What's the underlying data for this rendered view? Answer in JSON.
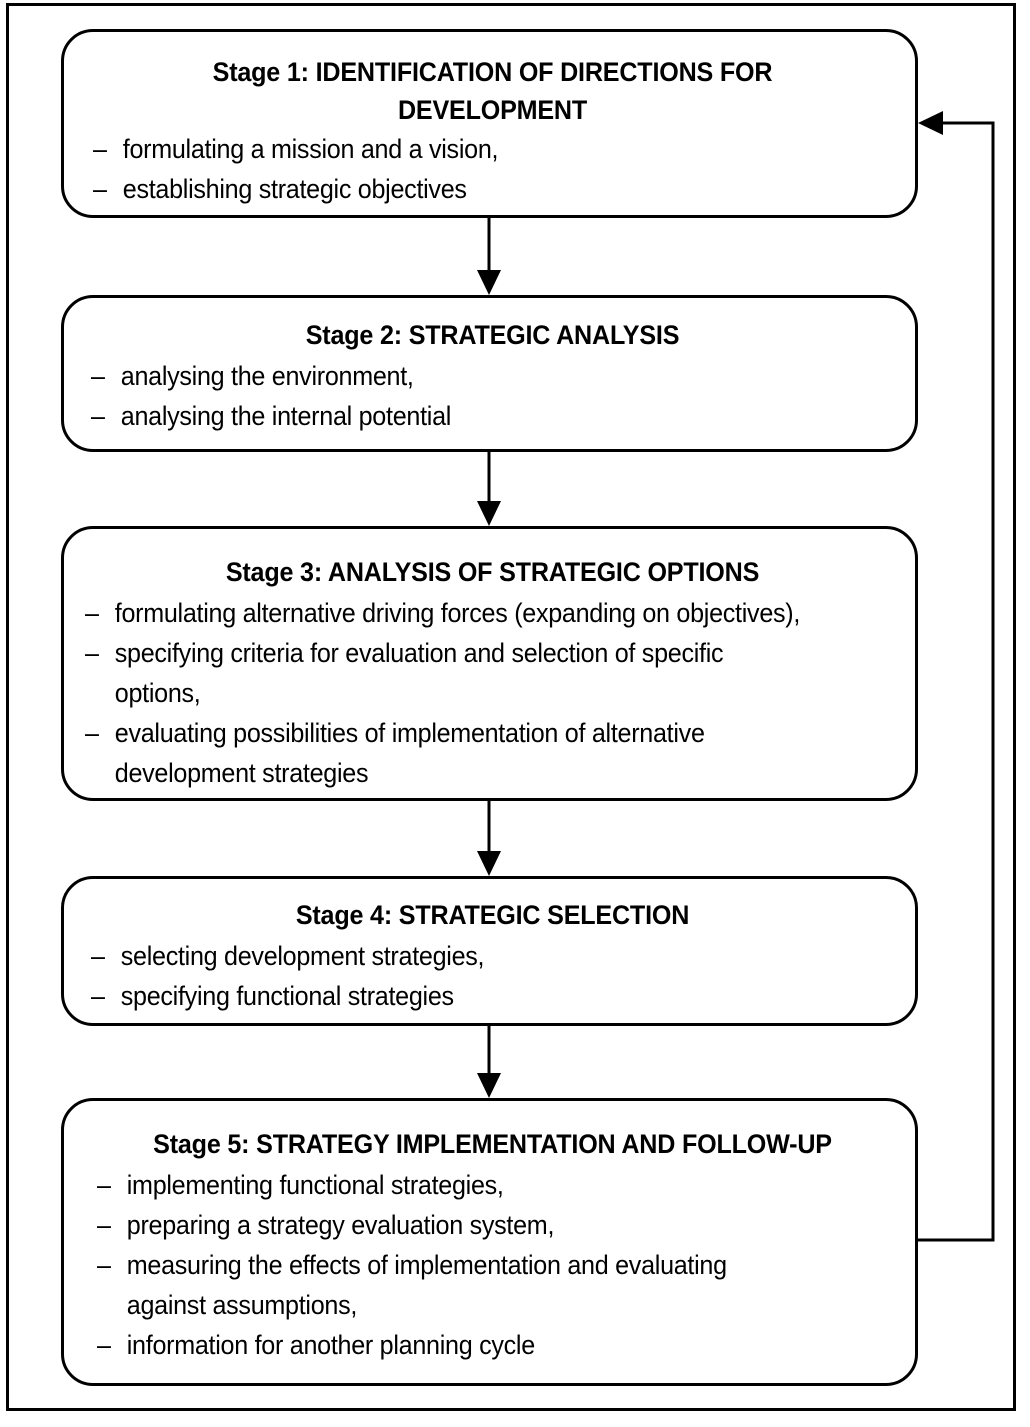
{
  "stages": [
    {
      "title_line1": "Stage 1: IDENTIFICATION OF DIRECTIONS FOR",
      "title_line2": "DEVELOPMENT",
      "items": [
        "formulating a mission and a vision,",
        "establishing strategic objectives"
      ]
    },
    {
      "title": "Stage 2: STRATEGIC ANALYSIS",
      "items": [
        "analysing the environment,",
        "analysing the internal potential"
      ]
    },
    {
      "title": "Stage 3: ANALYSIS OF STRATEGIC OPTIONS",
      "items": [
        "formulating alternative driving forces (expanding on objectives),",
        "specifying criteria for evaluation and selection of specific",
        "options,",
        "evaluating possibilities of implementation of alternative",
        "development strategies"
      ]
    },
    {
      "title": "Stage 4: STRATEGIC SELECTION",
      "items": [
        "selecting development strategies,",
        "specifying functional strategies"
      ]
    },
    {
      "title": "Stage 5: STRATEGY IMPLEMENTATION AND FOLLOW-UP",
      "items": [
        "implementing functional strategies,",
        "preparing a strategy evaluation system,",
        "measuring the effects of implementation and evaluating",
        "against assumptions,",
        "information for another planning cycle"
      ]
    }
  ],
  "bullet": "–"
}
